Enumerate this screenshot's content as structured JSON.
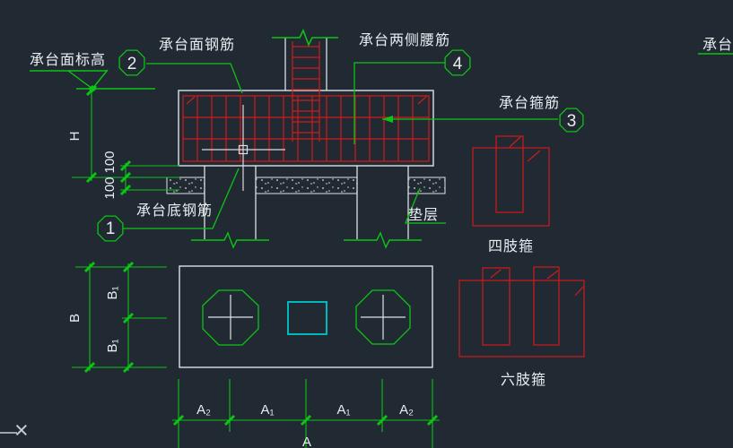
{
  "window": {
    "background": "#212933"
  },
  "palette": {
    "line_white": "#dde2e6",
    "rebar_red": "#d01b1b",
    "anno_green": "#0cc414",
    "column_cyan": "#00b8be",
    "cursor_white": "#d9dde0"
  },
  "section_view": {
    "labels": {
      "elevation": "承台面标高",
      "top_rebar": "承台面钢筋",
      "side_rebar": "承台两侧腰筋",
      "stirrup": "承台箍筋",
      "bottom_rebar": "承台底钢筋",
      "bedding": "垫层"
    },
    "callouts": {
      "c1": "1",
      "c2": "2",
      "c3": "3",
      "c4": "4"
    },
    "dims": {
      "height": "H",
      "offset_top": "100",
      "offset_bottom": "100"
    }
  },
  "details": {
    "four_leg": "四肢箍",
    "six_leg": "六肢箍"
  },
  "plan_view": {
    "dims": {
      "overall_width": "B",
      "half_width_top": "B₁",
      "half_width_bottom": "B₁",
      "edge_left": "A₂",
      "mid_left": "A₁",
      "mid_right": "A₁",
      "edge_right": "A₂",
      "overall_length": "A"
    }
  },
  "misc": {
    "top_right_partial": "承台",
    "ucs_marker": "×"
  }
}
